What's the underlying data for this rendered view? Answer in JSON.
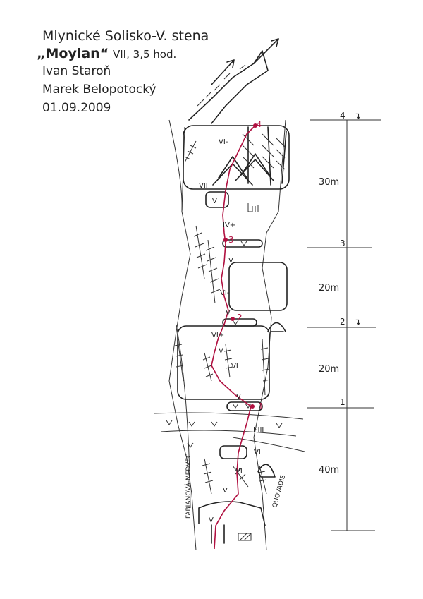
{
  "header": {
    "title": "Mlynické Solisko-V. stena",
    "route_name": "„Moylan“",
    "route_grade_time": "VII, 3,5 hod.",
    "author1": "Ivan Staroň",
    "author2": "Marek Belopotocký",
    "date": "01.09.2009"
  },
  "belays": [
    "1",
    "2",
    "3",
    "4"
  ],
  "scale": {
    "labels": [
      "4",
      "3",
      "2",
      "1"
    ],
    "abseil_marks": [
      "↴",
      "↴"
    ],
    "lengths": [
      "30m",
      "20m",
      "20m",
      "40m"
    ]
  },
  "grades": {
    "p1": [
      "VI",
      "VI",
      "V",
      "V"
    ],
    "p2": [
      "IV",
      "VI",
      "V",
      "VI+",
      "II-III"
    ],
    "p3": [
      "V",
      "VI-",
      "V"
    ],
    "p4": [
      "IV+",
      "IV",
      "VII",
      "VI-"
    ]
  },
  "side_routes": {
    "left": "FABIANOVÁ-MEDVEC",
    "right": "QUOVADIS"
  },
  "colors": {
    "ink": "#222222",
    "route": "#b01040",
    "paper": "#ffffff"
  }
}
